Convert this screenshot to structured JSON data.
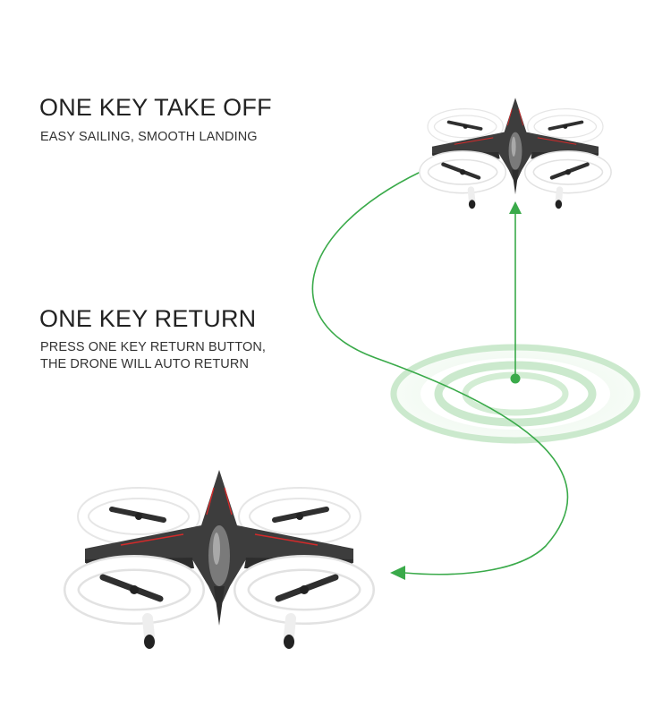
{
  "features": {
    "takeoff": {
      "title": "ONE KEY TAKE OFF",
      "description": "EASY SAILING, SMOOTH LANDING"
    },
    "return": {
      "title": "ONE KEY RETURN",
      "description_lines": [
        "PRESS ONE KEY RETURN BUTTON,",
        "THE DRONE WILL AUTO RETURN"
      ]
    }
  },
  "colors": {
    "accent_green": "#3aaa4a",
    "drone_body": "#3d3d3d",
    "drone_guard": "#ffffff",
    "drone_accent": "#d22a2a"
  },
  "icons": {
    "drone_top": "quadcopter-drone",
    "drone_bottom": "quadcopter-drone",
    "target": "concentric-rings-target",
    "arrow_up": "arrow-up",
    "arrow_left": "arrow-left"
  }
}
